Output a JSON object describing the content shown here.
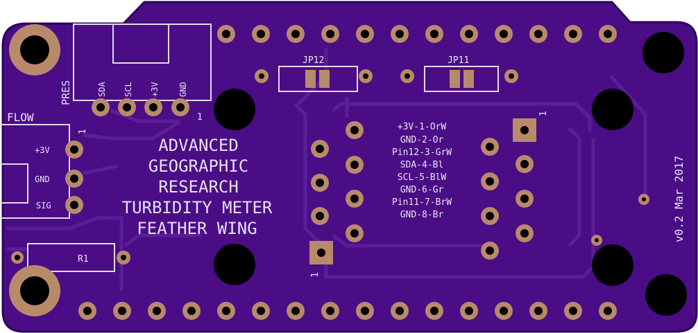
{
  "board": {
    "colors": {
      "board": "#4a0d86",
      "board_edge": "#2d0557",
      "trace": "#5a1f97",
      "pad": "#b88a6a",
      "hole": "#000000",
      "silk": "#e9e3f5"
    },
    "title_lines": [
      "ADVANCED",
      "GEOGRAPHIC",
      "RESEARCH",
      "TURBIDITY METER",
      "FEATHER WING"
    ],
    "version": "v0.2 Mar 2017",
    "pres": {
      "label": "PRES",
      "pins": [
        "SDA",
        "SCL",
        "+3V",
        "GND"
      ],
      "pin1": "1"
    },
    "flow": {
      "label": "FLOW",
      "pins": [
        "+3V",
        "GND",
        "SIG"
      ],
      "pin1": "1"
    },
    "resistor": {
      "label": "R1"
    },
    "jumpers": [
      {
        "label": "JP12"
      },
      {
        "label": "JP11"
      }
    ],
    "connector_pin1_left": "1",
    "connector_pin1_right": "1",
    "pinout": [
      "+3V-1-OrW",
      "GND-2-Or",
      "Pin12-3-GrW",
      "SDA-4-Bl",
      "SCL-5-BlW",
      "GND-6-Gr",
      "Pin11-7-BrW",
      "GND-8-Br"
    ]
  }
}
